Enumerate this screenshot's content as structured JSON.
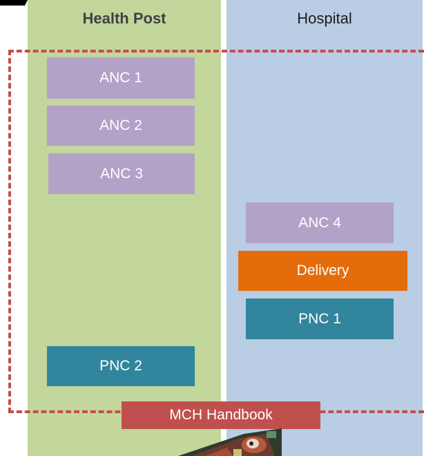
{
  "columns": {
    "health_post": {
      "title": "Health Post",
      "color": "#c3d69b"
    },
    "hospital": {
      "title": "Hospital",
      "color": "#b9cde5"
    }
  },
  "boxes": {
    "anc1": "ANC 1",
    "anc2": "ANC 2",
    "anc3": "ANC 3",
    "anc4": "ANC 4",
    "delivery": "Delivery",
    "pnc1": "PNC 1",
    "pnc2": "PNC 2"
  },
  "colors": {
    "anc": "#b3a2c7",
    "pnc": "#31859c",
    "delivery": "#e46c0a",
    "handbook_frame": "#c0504d"
  },
  "handbook": {
    "label": "MCH Handbook",
    "icon": "handbook-photo"
  }
}
